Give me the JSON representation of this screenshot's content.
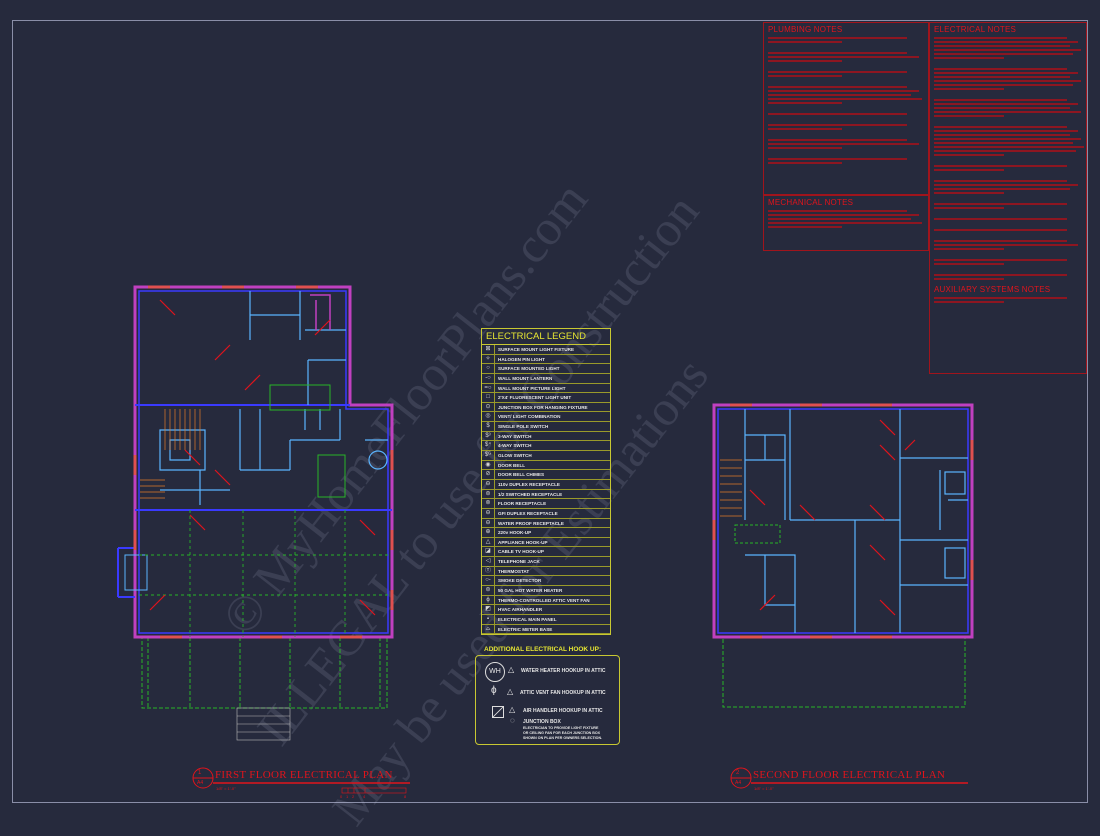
{
  "notes": {
    "plumbing_title": "PLUMBING NOTES",
    "mechanical_title": "MECHANICAL NOTES",
    "electrical_title": "ELECTRICAL NOTES",
    "auxiliary_title": "AUXILIARY SYSTEMS NOTES"
  },
  "legend": {
    "title": "ELECTRICAL LEGEND",
    "items": [
      {
        "icon": "surface-mount-light-icon",
        "sym": "⊠",
        "label": "SURFACE MOUNT LIGHT FIXTURE"
      },
      {
        "icon": "halogen-pin-light-icon",
        "sym": "✧",
        "label": "HALOGEN PIN LIGHT"
      },
      {
        "icon": "surface-mounted-light-icon",
        "sym": "○",
        "label": "SURFACE MOUNTED  LIGHT"
      },
      {
        "icon": "wall-mount-lantern-icon",
        "sym": "-○",
        "label": "WALL MOUNT LANTERN"
      },
      {
        "icon": "wall-mount-picture-light-icon",
        "sym": "=○",
        "label": "WALL MOUNT PICTURE LIGHT"
      },
      {
        "icon": "fluorescent-light-icon",
        "sym": "□",
        "label": "2'X4' FLUORESCENT LIGHT UNIT"
      },
      {
        "icon": "junction-box-icon",
        "sym": "⊙",
        "label": "JUNCTION BOX FOR HANGING FIXTURE"
      },
      {
        "icon": "vent-light-icon",
        "sym": "◎",
        "label": "VENT/ LIGHT COMBINATION"
      },
      {
        "icon": "single-pole-switch-icon",
        "sym": "$",
        "label": "SINGLE POLE SWITCH"
      },
      {
        "icon": "three-way-switch-icon",
        "sym": "$³",
        "label": "3-WAY SWITCH"
      },
      {
        "icon": "four-way-switch-icon",
        "sym": "$⁴",
        "label": "4-WAY SWITCH"
      },
      {
        "icon": "glow-switch-icon",
        "sym": "$ᴳ",
        "label": "GLOW SWITCH"
      },
      {
        "icon": "door-bell-icon",
        "sym": "◉",
        "label": "DOOR BELL"
      },
      {
        "icon": "door-bell-chimes-icon",
        "sym": "⊘",
        "label": "DOOR BELL CHIMES"
      },
      {
        "icon": "duplex-receptacle-icon",
        "sym": "⊖",
        "label": "110v DUPLEX RECEPTACLE"
      },
      {
        "icon": "switched-receptacle-icon",
        "sym": "⊜",
        "label": "1/2 SWITCHED RECEPTACLE"
      },
      {
        "icon": "floor-receptacle-icon",
        "sym": "⊚",
        "label": "FLOOR RECEPTACLE"
      },
      {
        "icon": "gfi-receptacle-icon",
        "sym": "⊖",
        "label": "GFI DUPLEX RECEPTACLE"
      },
      {
        "icon": "waterproof-receptacle-icon",
        "sym": "⊖",
        "label": "WATER PROOF RECEPTACLE"
      },
      {
        "icon": "220v-hookup-icon",
        "sym": "⊕",
        "label": "220v HOOK-UP"
      },
      {
        "icon": "appliance-hookup-icon",
        "sym": "△",
        "label": "APPLIANCE HOOK-UP"
      },
      {
        "icon": "cable-tv-icon",
        "sym": "◪",
        "label": "CABLE TV HOOK-UP"
      },
      {
        "icon": "telephone-jack-icon",
        "sym": "◁",
        "label": "TELEPHONE JACK"
      },
      {
        "icon": "thermostat-icon",
        "sym": "Ⓣ",
        "label": "THERMOSTAT"
      },
      {
        "icon": "smoke-detector-icon",
        "sym": "○-",
        "label": "SMOKE DETECTOR"
      },
      {
        "icon": "water-heater-icon",
        "sym": "⊜",
        "label": "50 GAL HOT WATER HEATER"
      },
      {
        "icon": "attic-vent-fan-icon",
        "sym": "ϕ",
        "label": "THERMO-CONTROLLED ATTIC VENT FAN"
      },
      {
        "icon": "hvac-air-handler-icon",
        "sym": "◩",
        "label": "HVAC AIRHANDLER"
      },
      {
        "icon": "electrical-main-panel-icon",
        "sym": "▪",
        "label": "ELECTRICAL MAIN PANEL"
      },
      {
        "icon": "electric-meter-base-icon",
        "sym": "⌓",
        "label": "ELECTRIC METER BASE"
      }
    ]
  },
  "hookup": {
    "title": "ADDITIONAL ELECTRICAL HOOK UP:",
    "wh_symbol": "WH",
    "items": [
      "WATER HEATER HOOKUP IN ATTIC",
      "ATTIC VENT FAN HOOKUP IN ATTIC",
      "AIR HANDLER HOOKUP IN ATTIC",
      "JUNCTION BOX"
    ],
    "junction_note": [
      "ELECTRICIAN TO PROVIDE LIGHT FIXTURE",
      "OR CEILING FAN FOR EACH JUNCTION BOX",
      "SHOWN ON PLAN PER OWNERS SELECTION."
    ]
  },
  "plans": {
    "first": {
      "title": "FIRST FLOOR ELECTRICAL PLAN",
      "scale": "1/8\" = 1'-0\"",
      "number": "1",
      "sheet": "A4",
      "scale_ticks": [
        "0",
        "1",
        "2",
        "4",
        "8"
      ]
    },
    "second": {
      "title": "SECOND FLOOR ELECTRICAL PLAN",
      "scale": "1/8\" = 1'-0\"",
      "number": "2",
      "sheet": "A4"
    }
  },
  "watermark": [
    "© MyHomeFloorPlans.com",
    "ILLEGAL to use for Construction",
    "May be used for Estimations"
  ],
  "colors": {
    "background": "#262a3d",
    "walls": "#3a3aff",
    "walls_outer": "#c040c0",
    "notes": "#e0141c",
    "legend": "#c8c832",
    "porch": "#28b428",
    "interior": "#5ab4ff"
  }
}
